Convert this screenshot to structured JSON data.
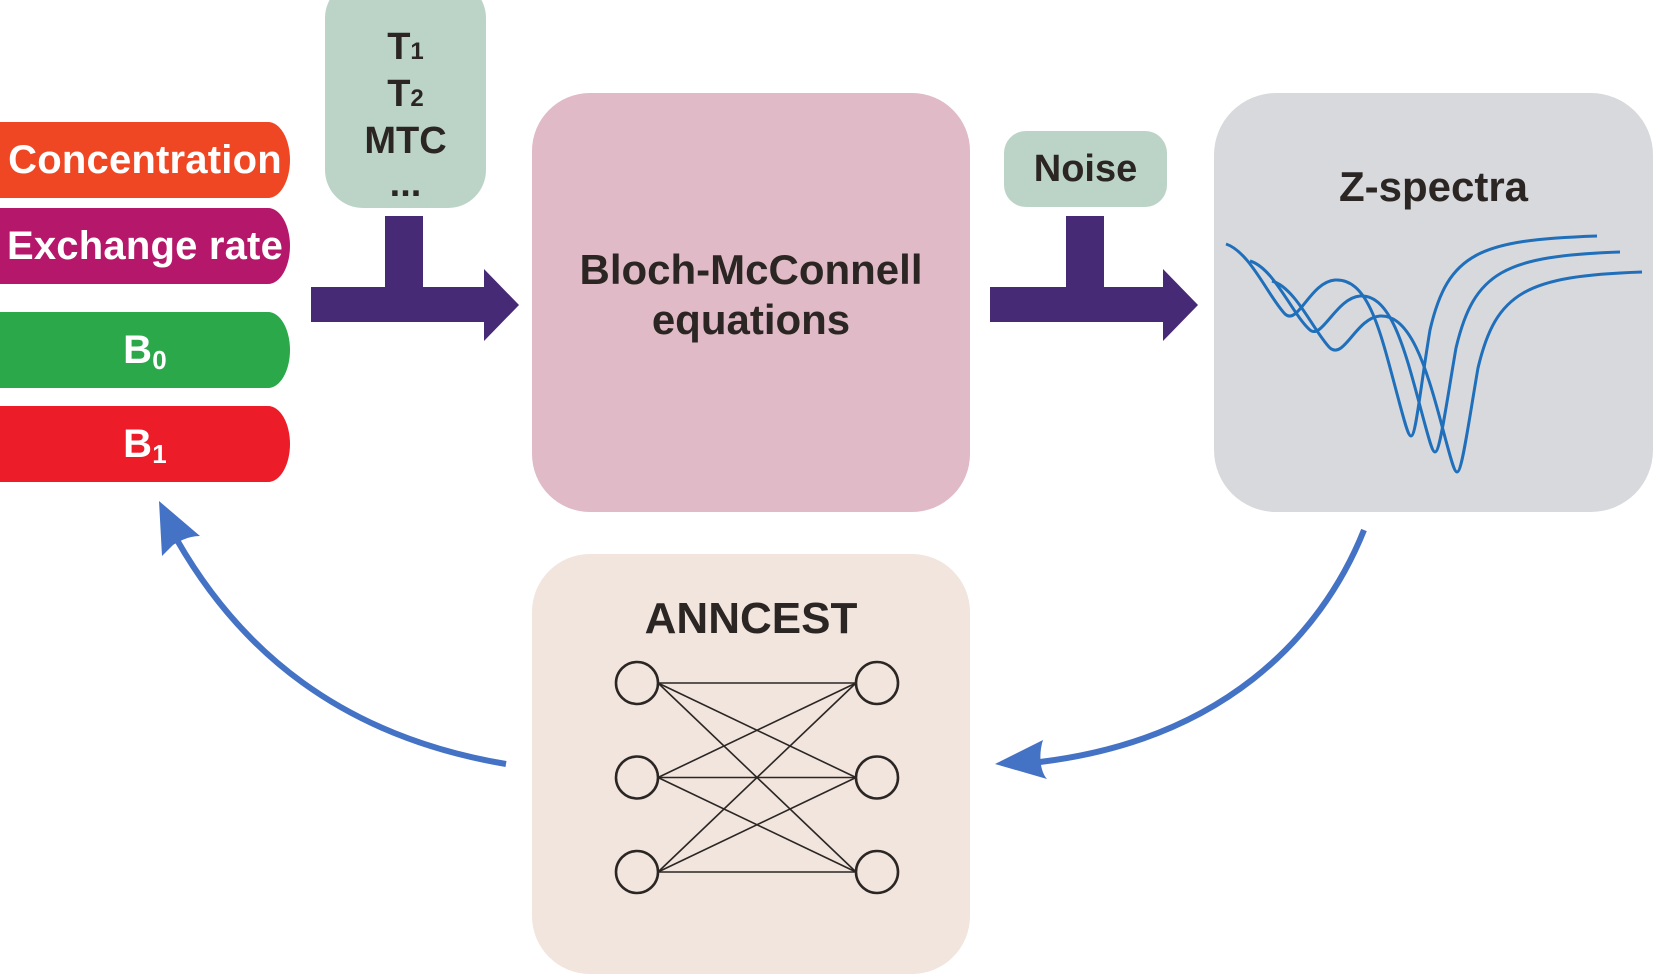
{
  "inputs": [
    {
      "label": "Concentration",
      "sub": "",
      "color": "#ef4723"
    },
    {
      "label": "Exchange rate",
      "sub": "",
      "color": "#b5176a"
    },
    {
      "label": "B",
      "sub": "0",
      "color": "#2ba84a"
    },
    {
      "label": "B",
      "sub": "1",
      "color": "#ec1c29"
    }
  ],
  "tissue_params": {
    "items": [
      {
        "main": "T",
        "sub": "1"
      },
      {
        "main": "T",
        "sub": "2"
      },
      {
        "main": "MTC",
        "sub": ""
      },
      {
        "main": "...",
        "sub": ""
      }
    ]
  },
  "model": {
    "line1": "Bloch-McConnell",
    "line2": "equations"
  },
  "noise": {
    "label": "Noise"
  },
  "spectra": {
    "title": "Z-spectra",
    "curve_count": 3,
    "curve_color": "#1f6fbb"
  },
  "network": {
    "title": "ANNCEST",
    "left_nodes": 3,
    "right_nodes": 3
  },
  "colors": {
    "arrow_purple": "#462a75",
    "feedback_blue": "#4472c4",
    "text_dark": "#2b2624"
  }
}
